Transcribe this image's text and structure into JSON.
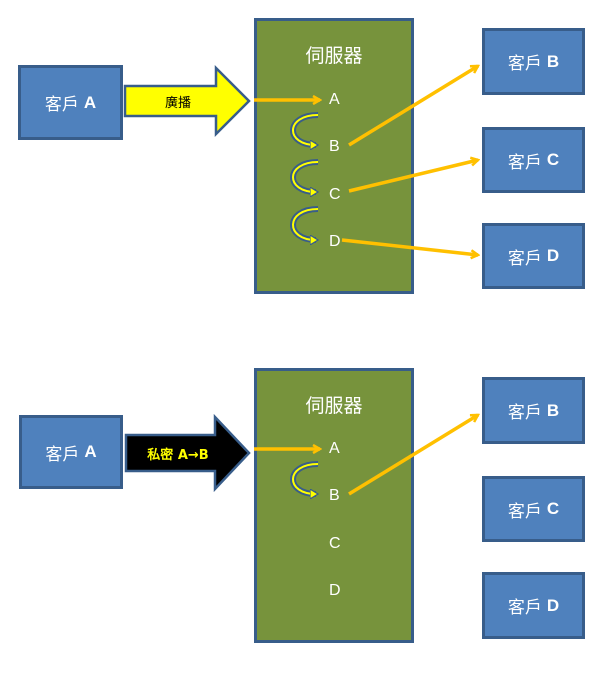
{
  "colors": {
    "client_fill": "#4f81bd",
    "client_border": "#385d8a",
    "server_fill": "#77933c",
    "flow_arrow": "#ffc000",
    "broadcast_arrow_fill": "#ffff00",
    "private_arrow_fill": "#000000",
    "relay_arrow_fill": "#ffff00"
  },
  "panels": [
    {
      "mode": "broadcast",
      "sender": {
        "label": "客戶",
        "letter": "A"
      },
      "message_arrow": {
        "label": "廣播",
        "style": "yellow"
      },
      "server": {
        "title": "伺服器",
        "slots": [
          "A",
          "B",
          "C",
          "D"
        ]
      },
      "receivers": [
        {
          "label": "客戶",
          "letter": "B"
        },
        {
          "label": "客戶",
          "letter": "C"
        },
        {
          "label": "客戶",
          "letter": "D"
        }
      ],
      "relays": [
        "A→B",
        "B→C",
        "C→D"
      ],
      "deliveries": [
        "B→客戶 B",
        "C→客戶 C",
        "D→客戶 D"
      ]
    },
    {
      "mode": "private",
      "sender": {
        "label": "客戶",
        "letter": "A"
      },
      "message_arrow": {
        "label": "私密 A→B",
        "style": "black"
      },
      "server": {
        "title": "伺服器",
        "slots": [
          "A",
          "B",
          "C",
          "D"
        ]
      },
      "receivers": [
        {
          "label": "客戶",
          "letter": "B"
        },
        {
          "label": "客戶",
          "letter": "C"
        },
        {
          "label": "客戶",
          "letter": "D"
        }
      ],
      "relays": [
        "A→B"
      ],
      "deliveries": [
        "B→客戶 B"
      ]
    }
  ]
}
